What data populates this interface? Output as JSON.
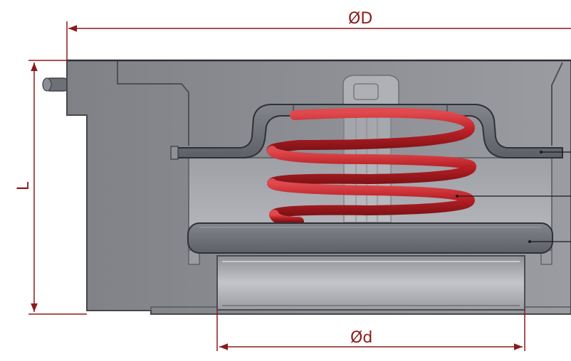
{
  "labels": {
    "outer_diameter": "ØD",
    "inner_diameter": "Ød",
    "height": "L"
  },
  "colors": {
    "dimension": "#8b1a1a",
    "spring": "#c0282d",
    "body": "#8c8e94",
    "body_dark": "#5a5d63",
    "plate": "#6f7279",
    "leader": "#1a1a1a"
  }
}
